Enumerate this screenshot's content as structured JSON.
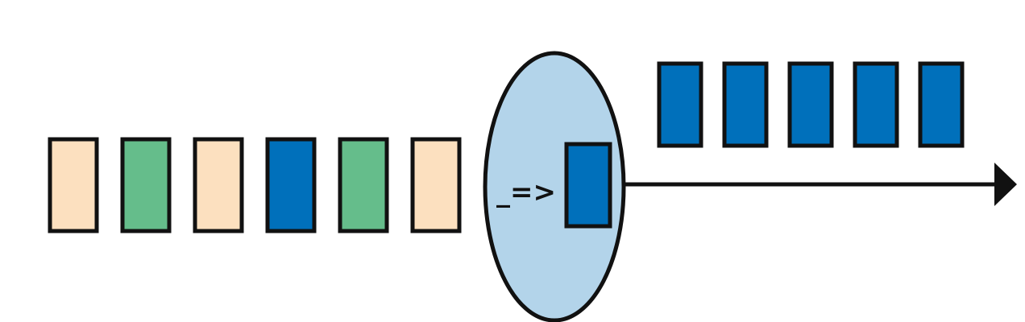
{
  "operator": {
    "label": "_=>",
    "color": "#b3d4ea",
    "output_color": "#0070bb"
  },
  "input_stream": {
    "items": [
      {
        "name": "input-item-1",
        "color": "#fce0bf"
      },
      {
        "name": "input-item-2",
        "color": "#65bd8b"
      },
      {
        "name": "input-item-3",
        "color": "#fce0bf"
      },
      {
        "name": "input-item-4",
        "color": "#0070bb"
      },
      {
        "name": "input-item-5",
        "color": "#65bd8b"
      },
      {
        "name": "input-item-6",
        "color": "#fce0bf"
      }
    ]
  },
  "output_stream": {
    "items": [
      {
        "name": "output-item-1",
        "color": "#0070bb"
      },
      {
        "name": "output-item-2",
        "color": "#0070bb"
      },
      {
        "name": "output-item-3",
        "color": "#0070bb"
      },
      {
        "name": "output-item-4",
        "color": "#0070bb"
      },
      {
        "name": "output-item-5",
        "color": "#0070bb"
      }
    ]
  },
  "stroke_color": "#111111"
}
